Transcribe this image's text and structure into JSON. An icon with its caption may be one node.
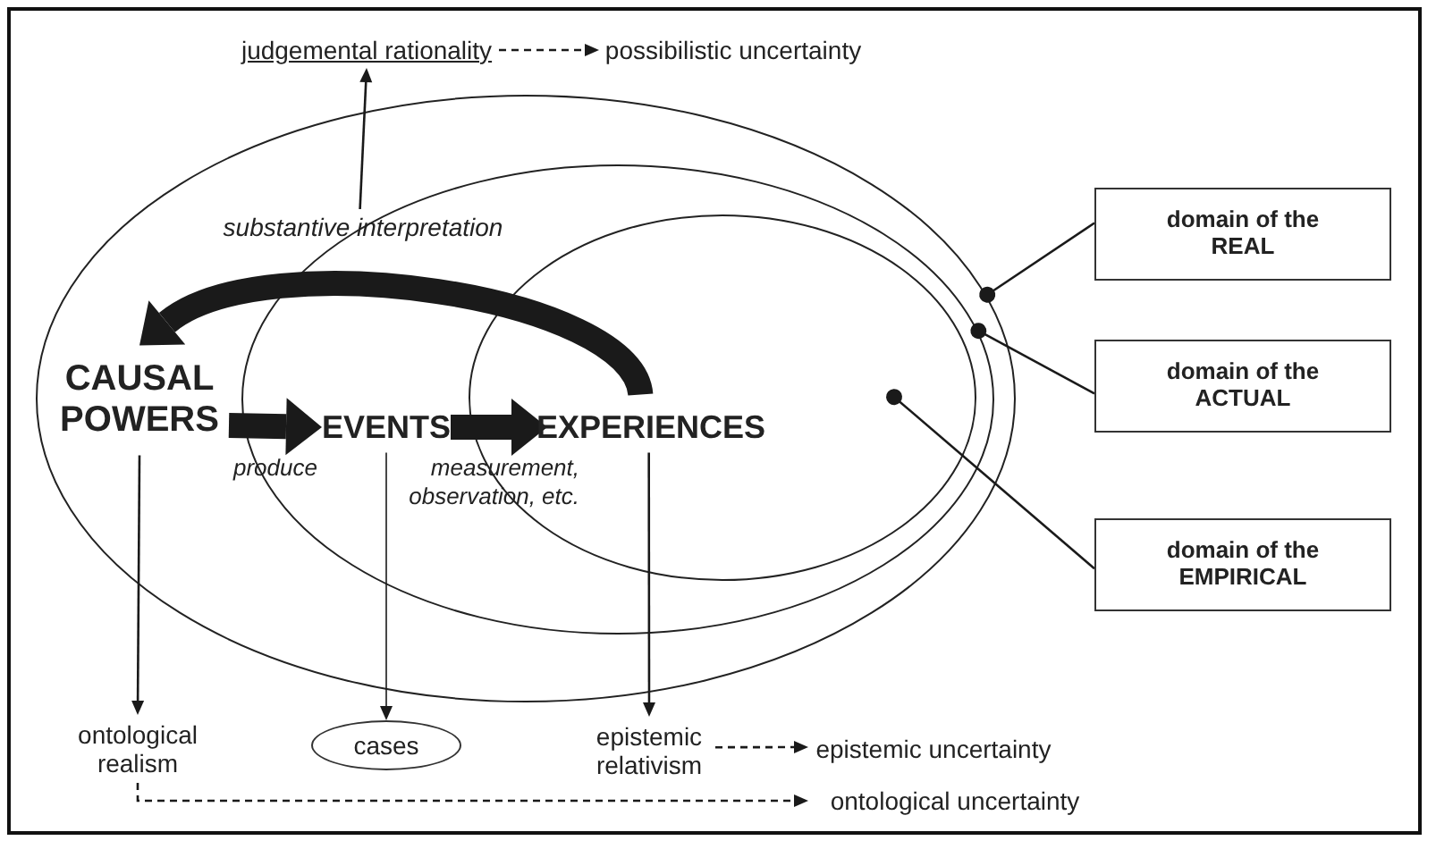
{
  "diagram": {
    "nodes": [
      {
        "text": [
          "judgemental rationality"
        ]
      },
      {
        "text": [
          "possibilistic uncertainty"
        ]
      },
      {
        "text": [],
        "shape": "ellipse"
      },
      {
        "text": [
          "substantive interpretation"
        ],
        "in": 2
      },
      {
        "text": [],
        "shape": "ellipse",
        "in": 2
      },
      {
        "text": [],
        "shape": "ellipse",
        "in": 4
      },
      {
        "text": [
          "CAUSAL POWERS"
        ],
        "in": 2
      },
      {
        "text": [
          "EVENTS"
        ],
        "in": 4
      },
      {
        "text": [
          "EXPERIENCES"
        ],
        "in": 5
      },
      {
        "text": [
          "domain of the REAL"
        ]
      },
      {
        "text": [
          "domain of the ACTUAL"
        ]
      },
      {
        "text": [
          "domain of the EMPIRICAL"
        ]
      },
      {
        "text": [
          "ontological realism"
        ]
      },
      {
        "text": [
          "cases"
        ]
      },
      {
        "text": [
          "epistemic relativism"
        ]
      },
      {
        "text": [
          "epistemic uncertainty"
        ]
      },
      {
        "text": [
          "ontological uncertainty"
        ]
      }
    ],
    "edges": [
      {
        "from": 0,
        "to": 1,
        "arrow": "to",
        "style": "dashed"
      },
      {
        "from": 3,
        "to": 0,
        "arrow": "to"
      },
      {
        "from": 8,
        "to": 6,
        "arrow": "to",
        "style": "thick"
      },
      {
        "from": 6,
        "to": 7,
        "arrow": "to",
        "style": "thick",
        "label": "produce"
      },
      {
        "from": 7,
        "to": 8,
        "arrow": "to",
        "style": "thick",
        "label": "measurement, observation, etc."
      },
      {
        "from": 9,
        "to": 2,
        "arrow": "other"
      },
      {
        "from": 10,
        "to": 4,
        "arrow": "other"
      },
      {
        "from": 11,
        "to": 5,
        "arrow": "other"
      },
      {
        "from": 6,
        "to": 12,
        "arrow": "to"
      },
      {
        "from": 7,
        "to": 13,
        "arrow": "to"
      },
      {
        "from": 8,
        "to": 14,
        "arrow": "to"
      },
      {
        "from": 14,
        "to": 15,
        "arrow": "to",
        "style": "dashed"
      },
      {
        "from": 12,
        "to": 16,
        "arrow": "to",
        "style": "dashed"
      }
    ]
  }
}
